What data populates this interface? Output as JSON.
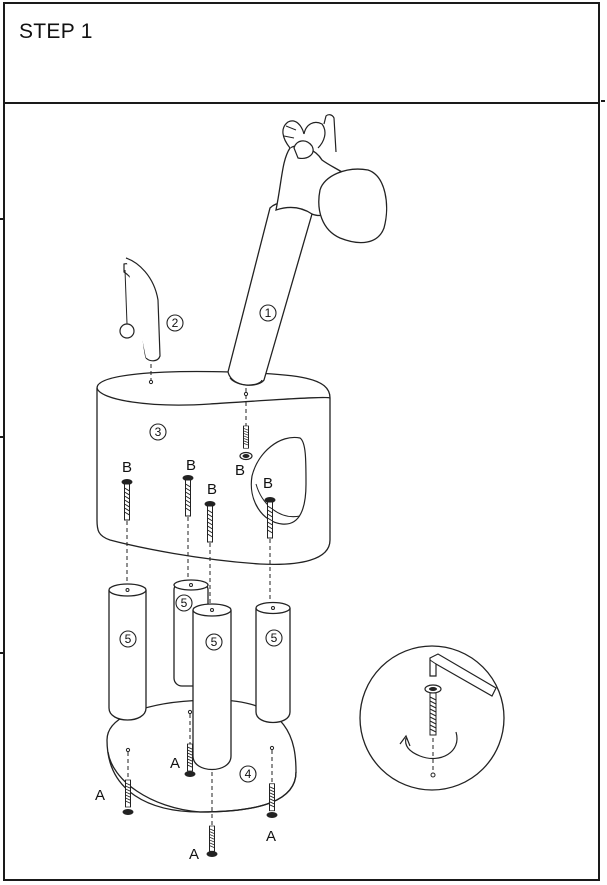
{
  "step": {
    "title": "STEP 1"
  },
  "part_numbers": {
    "neck": "1",
    "tail": "2",
    "body": "3",
    "base": "4",
    "leg": "5"
  },
  "screw_labels": {
    "A": "A",
    "B": "B"
  }
}
